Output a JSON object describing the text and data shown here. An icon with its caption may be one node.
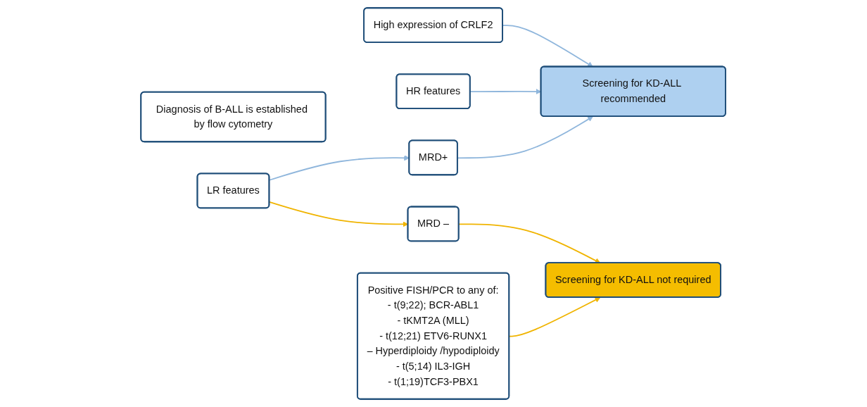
{
  "diagram": {
    "nodes": [
      {
        "text": [
          "High expression of CRLF2"
        ]
      },
      {
        "text": [
          "Screening for KD-ALL recommended"
        ]
      },
      {
        "text": [
          "HR features"
        ]
      },
      {
        "text": [
          "Diagnosis of B-ALL is established by flow cytometry"
        ]
      },
      {
        "text": [
          "MRD+"
        ]
      },
      {
        "text": [
          "LR features"
        ]
      },
      {
        "text": [
          "Positive FISH/PCR to any of:",
          "- t(9;22); BCR-ABL1",
          "- tKMT2A (MLL)",
          "- t(12;21) ETV6-RUNX1",
          "– Hyperdiploidy /hypodiploidy",
          "- t(5;14) IL3-IGH",
          "- t(1;19)TCF3-PBX1"
        ]
      },
      {
        "text": [
          "MRD –"
        ]
      },
      {
        "text": [
          "Screening for KD-ALL not required"
        ]
      }
    ],
    "edges": [
      {
        "from": 0,
        "to": 1,
        "arrow": "to"
      },
      {
        "from": 2,
        "to": 1,
        "arrow": "to"
      },
      {
        "from": 4,
        "to": 1,
        "arrow": "to"
      },
      {
        "from": 5,
        "to": 4,
        "arrow": "to"
      },
      {
        "from": 5,
        "to": 7,
        "arrow": "to",
        "color": "#f0b400"
      },
      {
        "from": 7,
        "to": 8,
        "arrow": "to",
        "color": "#f0b400"
      },
      {
        "from": 6,
        "to": 8,
        "arrow": "to",
        "color": "#f0b400"
      }
    ]
  }
}
